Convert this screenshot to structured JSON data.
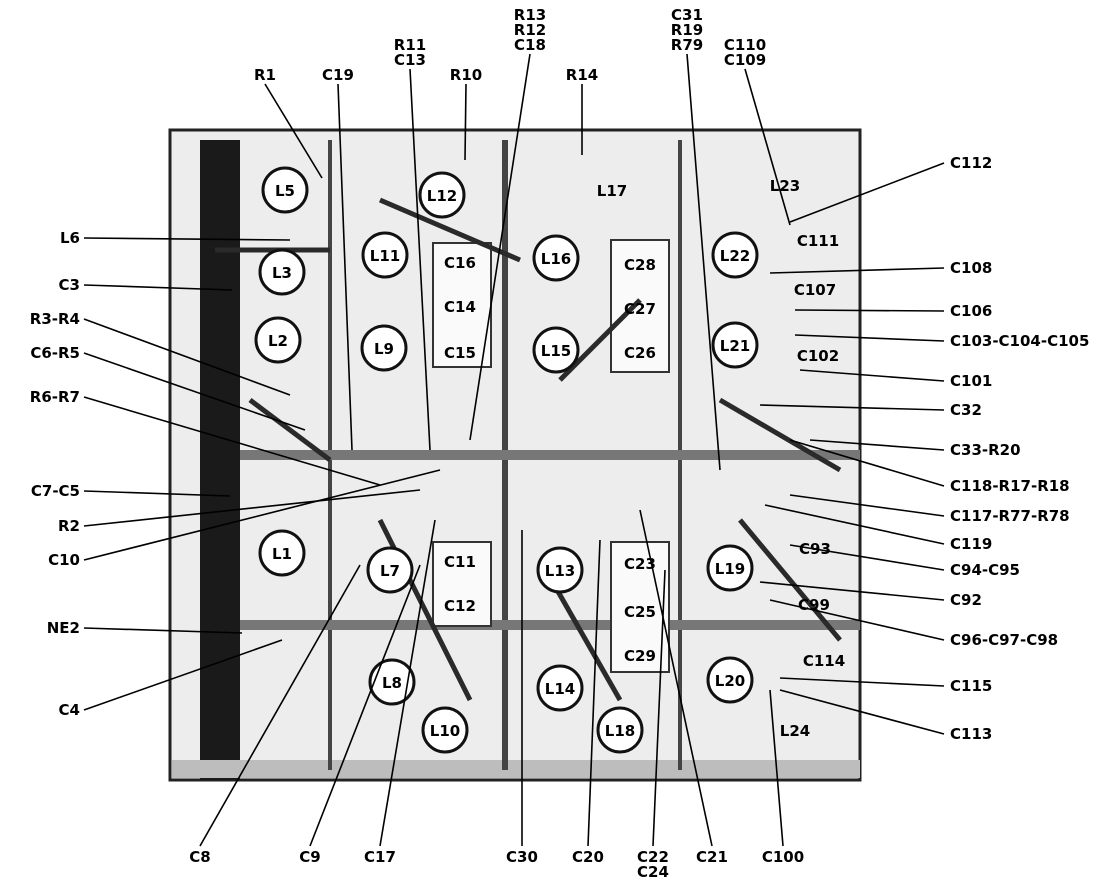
{
  "parts": [
    "L5",
    "L12",
    "L17",
    "L23",
    "L11",
    "C16",
    "L16",
    "C28",
    "L22",
    "C111",
    "L3",
    "C14",
    "C27",
    "C107",
    "L2",
    "L9",
    "C15",
    "L15",
    "C26",
    "L21",
    "C102",
    "L1",
    "L7",
    "C11",
    "L13",
    "C23",
    "L19",
    "C93",
    "C12",
    "C25",
    "C99",
    "C29",
    "C114",
    "L8",
    "L14",
    "L20",
    "L10",
    "L18",
    "L24"
  ],
  "callouts": {
    "top": [
      {
        "lines": [
          "R1"
        ]
      },
      {
        "lines": [
          "C19"
        ]
      },
      {
        "lines": [
          "R11",
          "C13"
        ]
      },
      {
        "lines": [
          "R10"
        ]
      },
      {
        "lines": [
          "R13",
          "R12",
          "C18"
        ]
      },
      {
        "lines": [
          "R14"
        ]
      },
      {
        "lines": [
          "C31",
          "R19",
          "R79"
        ]
      },
      {
        "lines": [
          "C110",
          "C109"
        ]
      }
    ],
    "left": [
      "L6",
      "C3",
      "R3-R4",
      "C6-R5",
      "R6-R7",
      "C7-C5",
      "R2",
      "C10",
      "NE2",
      "C4"
    ],
    "right": [
      "C112",
      "C108",
      "C106",
      "C103-C104-C105",
      "C101",
      "C32",
      "C33-R20",
      "C118-R17-R18",
      "C117-R77-R78",
      "C119",
      "C94-C95",
      "C92",
      "C96-C97-C98",
      "C115",
      "C113"
    ],
    "bottom": [
      {
        "lines": [
          "C8"
        ]
      },
      {
        "lines": [
          "C9"
        ]
      },
      {
        "lines": [
          "C17"
        ]
      },
      {
        "lines": [
          "C30"
        ]
      },
      {
        "lines": [
          "C20"
        ]
      },
      {
        "lines": [
          "C22",
          "C24"
        ]
      },
      {
        "lines": [
          "C21"
        ]
      },
      {
        "lines": [
          "C100"
        ]
      }
    ]
  }
}
